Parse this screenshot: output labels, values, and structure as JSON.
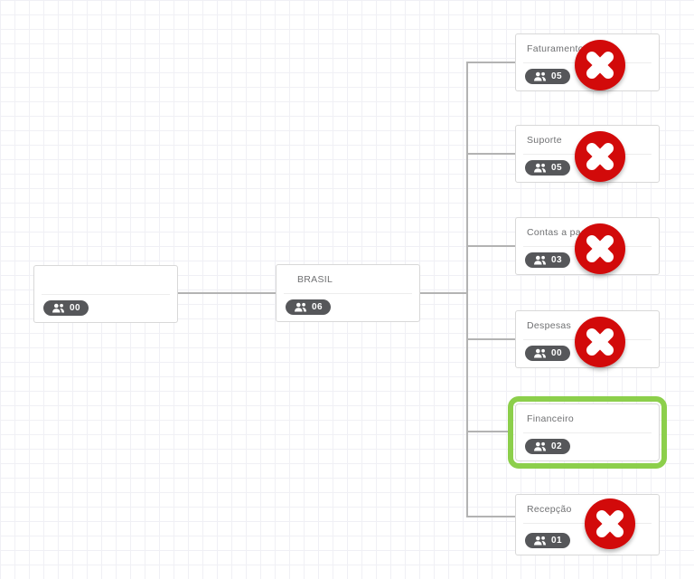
{
  "app": {
    "view": "organization-chart-canvas"
  },
  "colors": {
    "canvas_bg": "#ffffff",
    "grid_line": "#f0f0f5",
    "connector": "#b3b3b3",
    "node_border": "#d8d8d8",
    "node_title_text": "#6f7072",
    "badge_bg": "#56575a",
    "badge_text": "#ffffff",
    "delete_red": "#d20a0a",
    "delete_x": "#ffffff",
    "selected_outline_green": "#8ccf4b"
  },
  "icons": {
    "members": "users-icon",
    "delete": "x-circle-icon"
  },
  "nodes": [
    {
      "title": "",
      "count": "00",
      "selected": false,
      "deletable": false
    },
    {
      "title": "BRASIL",
      "count": "06",
      "selected": false,
      "deletable": false
    },
    {
      "title": "Faturamento",
      "count": "05",
      "selected": false,
      "deletable": true
    },
    {
      "title": "Suporte",
      "count": "05",
      "selected": false,
      "deletable": true
    },
    {
      "title": "Contas a pagar",
      "count": "03",
      "selected": false,
      "deletable": true
    },
    {
      "title": "Despesas",
      "count": "00",
      "selected": false,
      "deletable": true
    },
    {
      "title": "Financeiro",
      "count": "02",
      "selected": true,
      "deletable": false
    },
    {
      "title": "Recepção",
      "count": "01",
      "selected": false,
      "deletable": true
    }
  ]
}
